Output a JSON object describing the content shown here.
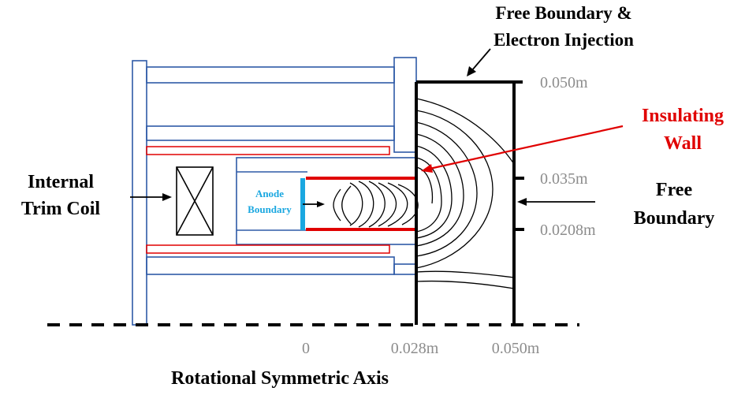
{
  "labels": {
    "free_boundary_top_line1": "Free Boundary &",
    "free_boundary_top_line2": "Electron Injection",
    "insulating_line1": "Insulating",
    "insulating_line2": "Wall",
    "internal_trim_line1": "Internal",
    "internal_trim_line2": "Trim Coil",
    "free_boundary_right_line1": "Free",
    "free_boundary_right_line2": "Boundary",
    "anode_line1": "Anode",
    "anode_line2": "Boundary",
    "axis_title": "Rotational Symmetric Axis"
  },
  "dimensions": {
    "y_050": "0.050m",
    "y_035": "0.035m",
    "y_0208": "0.0208m",
    "x_0": "0",
    "x_0028": "0.028m",
    "x_0050": "0.050m"
  },
  "colors": {
    "structure_blue": "#2e5aa7",
    "insulator_red": "#e00000",
    "anode_cyan": "#1aa7e0",
    "insulating_label_red": "#e00000",
    "anode_label_cyan": "#1aa7e0",
    "dimension_gray": "#8c8c8c",
    "black": "#000000"
  }
}
